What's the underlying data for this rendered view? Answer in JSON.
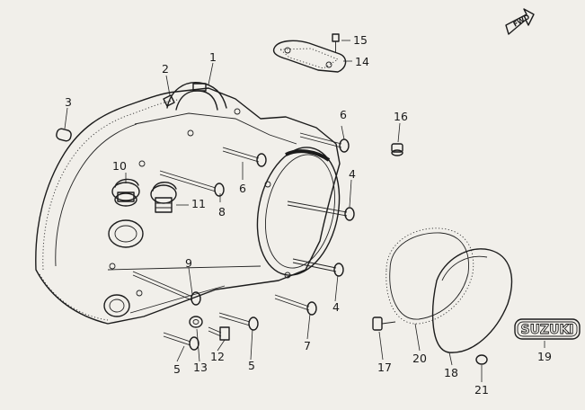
{
  "fwd_label": "FWD",
  "brand_label": "SUZUKI",
  "callouts": [
    "1",
    "2",
    "3",
    "4",
    "4",
    "5",
    "5",
    "6",
    "6",
    "7",
    "8",
    "9",
    "10",
    "11",
    "12",
    "13",
    "14",
    "15",
    "16",
    "17",
    "18",
    "19",
    "20",
    "21"
  ]
}
